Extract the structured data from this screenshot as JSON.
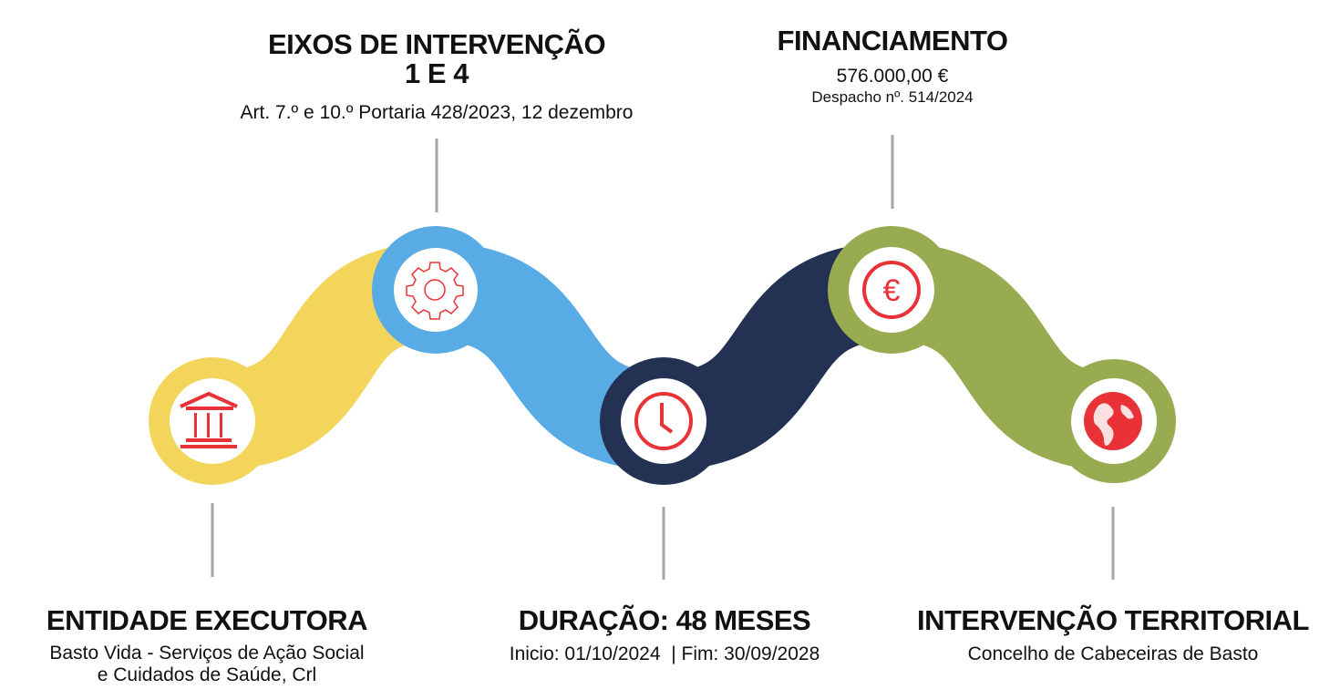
{
  "nodes": [
    {
      "id": "entidade",
      "title": "ENTIDADE EXECUTORA",
      "lines": [
        "Basto Vida - Serviços de Ação Social",
        "e Cuidados de Saúde, Crl"
      ],
      "icon": "bank-icon",
      "color": "#F2D55A"
    },
    {
      "id": "eixos",
      "title": "EIXOS DE INTERVENÇÃO",
      "title2": "1 E 4",
      "lines": [
        "Art. 7.º e 10.º Portaria 428/2023, 12 dezembro"
      ],
      "icon": "gear-icon",
      "color": "#58ABE4"
    },
    {
      "id": "duracao",
      "title": "DURAÇÃO: 48 MESES",
      "lines": [
        "Inicio: 01/10/2024  | Fim: 30/09/2028"
      ],
      "icon": "clock-icon",
      "color": "#233152"
    },
    {
      "id": "financiamento",
      "title": "FINANCIAMENTO",
      "lines": [
        "576.000,00 €",
        "Despacho nº. 514/2024"
      ],
      "icon": "euro-icon",
      "color": "#98AB50"
    },
    {
      "id": "territorial",
      "title": "INTERVENÇÃO TERRITORIAL",
      "lines": [
        "Concelho de Cabeceiras de Basto"
      ],
      "icon": "globe-icon",
      "color": "#98AB50"
    }
  ],
  "icon_color": "#E83238",
  "line_color": "#A6A6A6"
}
